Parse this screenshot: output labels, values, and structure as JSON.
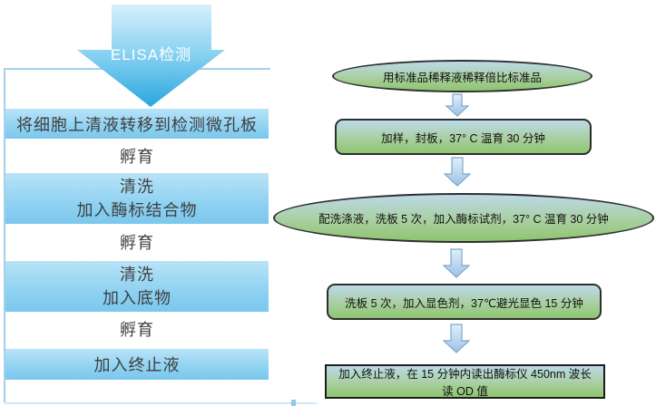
{
  "palette": {
    "band_blue_top": "#b9e3f7",
    "band_blue_bottom": "#7cc7ed",
    "box_border_blue": "#a6cfe9",
    "big_arrow_top": "#d7f0fb",
    "big_arrow_bottom": "#29a7e0",
    "node_fill_top": "#bcdaea",
    "node_fill_bottom": "#8ec56f",
    "node_border": "#2e2e2e",
    "small_arrow_fill_top": "#dff0fa",
    "small_arrow_fill_bottom": "#9cc2e6",
    "small_arrow_stroke": "#7fa8cd",
    "text_dark": "#3f3f3f"
  },
  "left_flow": {
    "title": "ELISA检测",
    "title_arrow_icon": "big-down-arrow",
    "steps": [
      {
        "style": "band",
        "label": "将细胞上清液转移到检测微孔板"
      },
      {
        "style": "plain",
        "label": "孵育"
      },
      {
        "style": "band",
        "label": "清洗",
        "label2": "加入酶标结合物"
      },
      {
        "style": "plain",
        "label": "孵育"
      },
      {
        "style": "band",
        "label": "清洗",
        "label2": "加入底物"
      },
      {
        "style": "plain",
        "label": "孵育"
      },
      {
        "style": "band",
        "label": "加入终止液"
      }
    ]
  },
  "right_flow": {
    "connector_icon": "block-down-arrow",
    "nodes": [
      {
        "shape": "ellipse",
        "label": "用标准品稀释液稀释倍比标准品"
      },
      {
        "shape": "rounded-rect",
        "label": "加样，封板，37° C 温育 30 分钟"
      },
      {
        "shape": "ellipse",
        "label": "配洗涤液，洗板 5 次，加入酶标试剂，37° C 温育 30 分钟"
      },
      {
        "shape": "rounded-rect",
        "label": "洗板 5 次，加入显色剂，37℃避光显色 15 分钟"
      },
      {
        "shape": "rect",
        "label": "加入终止液，在 15 分钟内读出酶标仪 450nm 波长读 OD 值"
      }
    ]
  }
}
